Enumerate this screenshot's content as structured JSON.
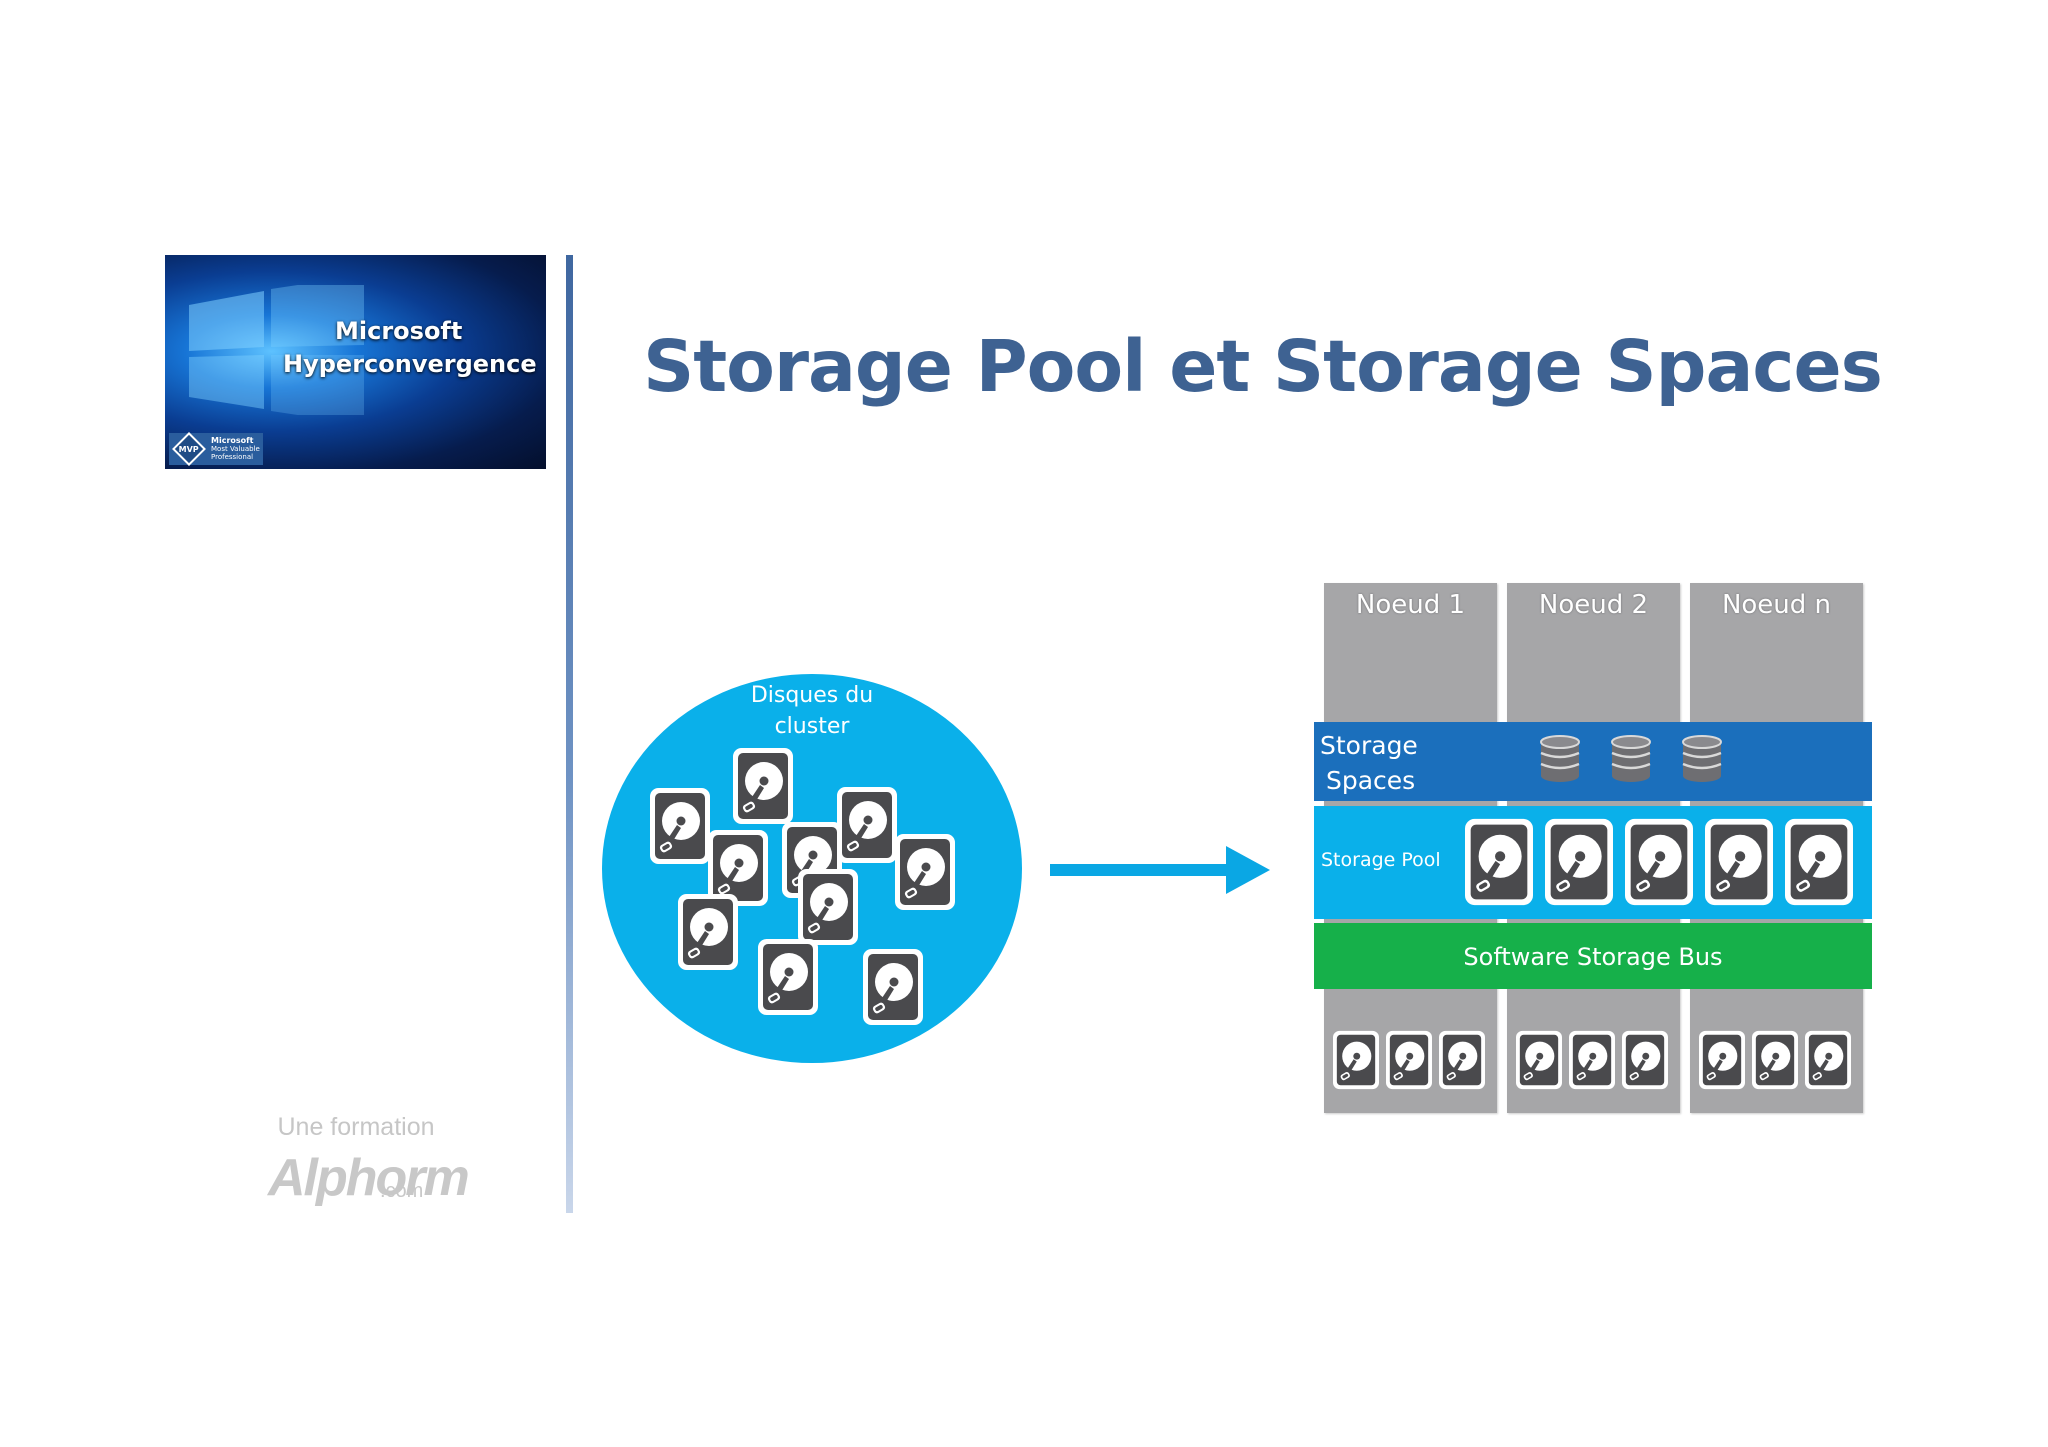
{
  "course": {
    "title_line1": "Microsoft",
    "title_line2": "Hyperconvergence",
    "badge_brand": "Microsoft",
    "badge_line1": "Most Valuable",
    "badge_line2": "Professional",
    "badge_mark": "MVP"
  },
  "branding": {
    "tagline": "Une formation",
    "logo": "Alphorm",
    "logo_suffix": ".com"
  },
  "slide": {
    "title": "Storage Pool et Storage Spaces"
  },
  "cluster": {
    "label_line1": "Disques du",
    "label_line2": "cluster",
    "disk_icon": "hard-disk-icon"
  },
  "architecture": {
    "nodes": [
      "Noeud 1",
      "Noeud 2",
      "Noeud n"
    ],
    "storage_spaces_line1": "Storage",
    "storage_spaces_line2": "Spaces",
    "storage_pool": "Storage Pool",
    "software_storage_bus": "Software Storage Bus",
    "volume_icon": "database-icon",
    "disk_icon": "hard-disk-icon"
  },
  "colors": {
    "title": "#3e6292",
    "cluster_blue": "#0ab0ea",
    "spaces_blue": "#1b6fbc",
    "bus_green": "#16b04a",
    "node_gray": "#a6a6a8"
  }
}
